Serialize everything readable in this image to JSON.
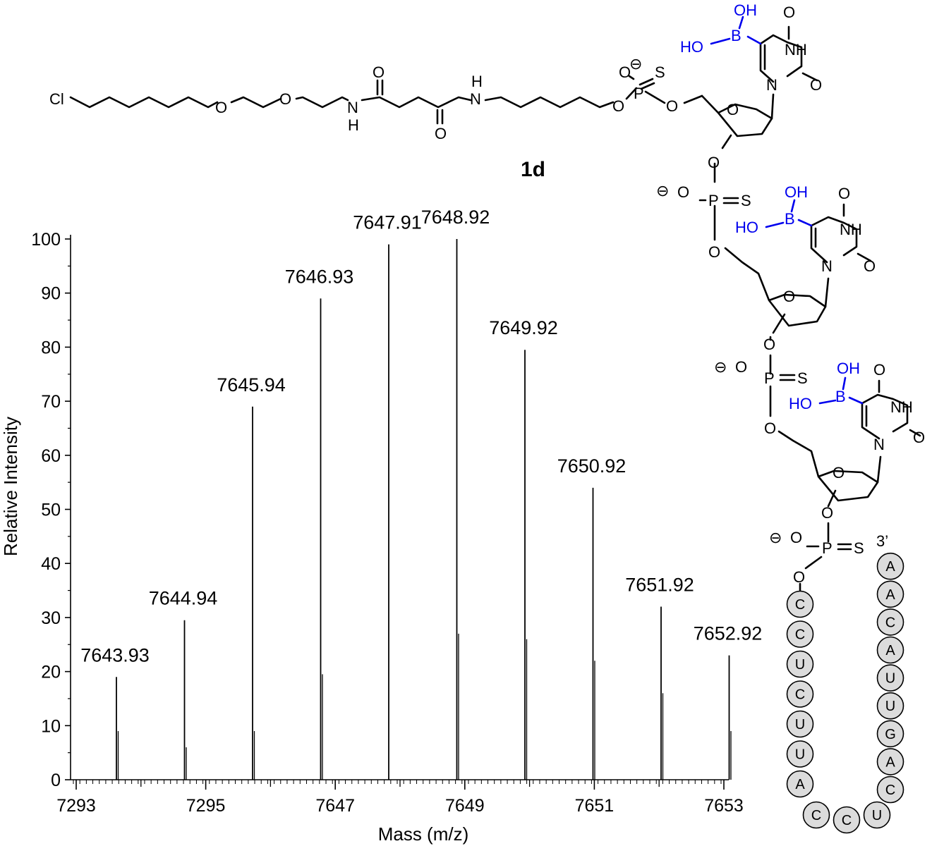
{
  "compound_label": "1d",
  "atoms": {
    "cl": "Cl",
    "o": "O",
    "n": "N",
    "h": "H",
    "nh": "NH",
    "p": "P",
    "s": "S",
    "oh": "OH",
    "ho": "HO",
    "b": "B",
    "minus": "⊖"
  },
  "sequence": {
    "three_prime": "3’",
    "bases": [
      "C",
      "C",
      "U",
      "C",
      "U",
      "U",
      "A",
      "C",
      "C",
      "U",
      "C",
      "A",
      "G",
      "U",
      "U",
      "A",
      "C",
      "A",
      "A"
    ]
  },
  "colors": {
    "boronic": "#0000ee",
    "nucleotide_fill": "#dcdcdc",
    "peak": "#000000"
  },
  "chart_data": {
    "type": "bar",
    "xlabel": "Mass (m/z)",
    "ylabel": "Relative Intensity",
    "ylim": [
      0,
      100
    ],
    "yticks": [
      "0",
      "10",
      "20",
      "30",
      "40",
      "50",
      "60",
      "70",
      "80",
      "90",
      "100"
    ],
    "xticks": [
      "7293",
      "7295",
      "7647",
      "7649",
      "7651",
      "7653"
    ],
    "x_positions": [
      7643.93,
      7644.94,
      7645.94,
      7646.93,
      7647.91,
      7648.92,
      7649.92,
      7650.92,
      7651.92,
      7652.92
    ],
    "peak_labels": [
      "7643.93",
      "7644.94",
      "7645.94",
      "7646.93",
      "7647.91",
      "7648.92",
      "7649.92",
      "7650.92",
      "7651.92",
      "7652.92"
    ],
    "values": [
      19,
      29.5,
      69,
      89,
      99,
      100,
      79.5,
      54,
      32,
      23
    ],
    "secondary_values": [
      9,
      6,
      9,
      19.5,
      0,
      27,
      26,
      22,
      16,
      9
    ]
  }
}
